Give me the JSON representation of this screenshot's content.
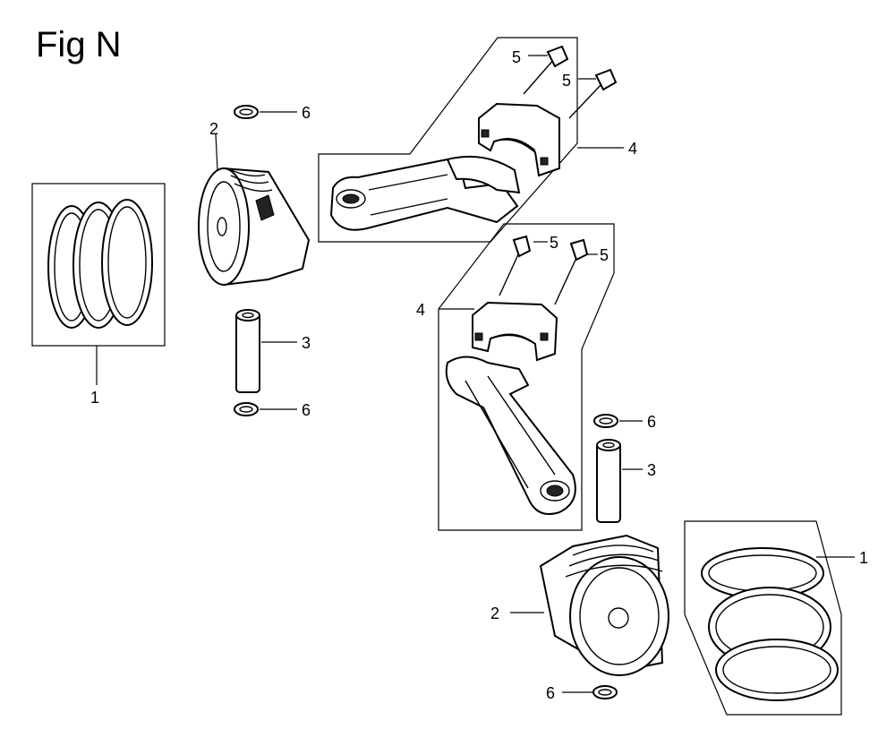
{
  "figure": {
    "title": "Fig N"
  },
  "callouts": {
    "c1a": "1",
    "c1b": "1",
    "c2a": "2",
    "c2b": "2",
    "c3a": "3",
    "c3b": "3",
    "c4a": "4",
    "c4b": "4",
    "c5a": "5",
    "c5b": "5",
    "c5c": "5",
    "c5d": "5",
    "c6a": "6",
    "c6b": "6",
    "c6c": "6",
    "c6d": "6"
  },
  "colors": {
    "ink": "#000000",
    "paper": "#ffffff"
  }
}
